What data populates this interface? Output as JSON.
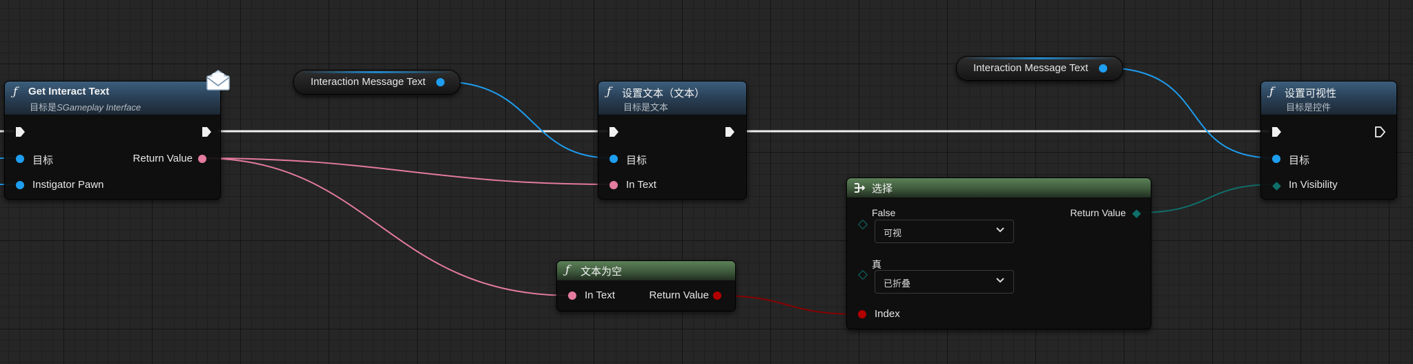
{
  "colors": {
    "exec_wire": "#f0f0f0",
    "text_pin": "#e47ba0",
    "object_pin": "#1e9ef0",
    "bool_pin": "#b20000",
    "enum_pin": "#0f6f6a"
  },
  "nodes": {
    "get_interact_text": {
      "title": "Get Interact Text",
      "subtitle_prefix": "目标是",
      "subtitle_target": "SGameplay Interface",
      "pin_target": "目标",
      "pin_instigator": "Instigator Pawn",
      "pin_return": "Return Value",
      "icon": "message-envelope-icon"
    },
    "var_message_1": {
      "label": "Interaction Message Text"
    },
    "var_message_2": {
      "label": "Interaction Message Text"
    },
    "set_text": {
      "title": "设置文本（文本）",
      "subtitle": "目标是文本",
      "pin_target": "目标",
      "pin_in_text": "In Text"
    },
    "text_is_empty": {
      "title": "文本为空",
      "pin_in_text": "In Text",
      "pin_return": "Return Value"
    },
    "select": {
      "title": "选择",
      "option_false_label": "False",
      "option_false_value": "可视",
      "option_true_label": "真",
      "option_true_value": "已折叠",
      "pin_index": "Index",
      "pin_return": "Return Value"
    },
    "set_visibility": {
      "title": "设置可视性",
      "subtitle": "目标是控件",
      "pin_target": "目标",
      "pin_visibility": "In Visibility"
    }
  }
}
